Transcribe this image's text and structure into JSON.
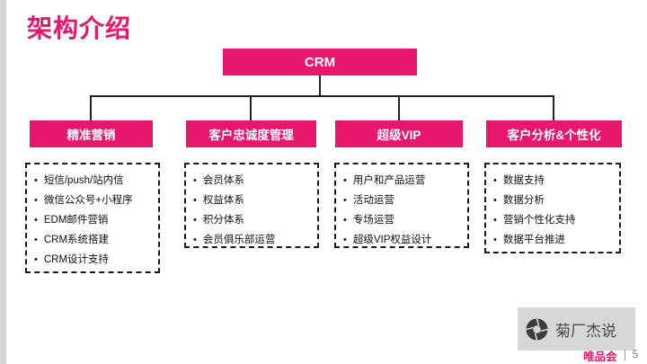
{
  "slide": {
    "title": "架构介绍",
    "page_number": "5",
    "brand": "唯品会",
    "watermark": "菊厂杰说"
  },
  "diagram": {
    "root": "CRM",
    "branches": [
      {
        "title": "精准营销",
        "items": [
          "短信/push/站内信",
          "微信公众号+小程序",
          "EDM邮件营销",
          "CRM系统搭建",
          "CRM设计支持"
        ]
      },
      {
        "title": "客户忠诚度管理",
        "items": [
          "会员体系",
          "权益体系",
          "积分体系",
          "会员俱乐部运营"
        ]
      },
      {
        "title": "超级VIP",
        "items": [
          "用户和产品运营",
          "活动运营",
          "专场运营",
          "超级VIP权益设计"
        ]
      },
      {
        "title": "客户分析&个性化",
        "items": [
          "数据支持",
          "数据分析",
          "营销个性化支持",
          "数据平台推进"
        ]
      }
    ]
  },
  "icons": {
    "watermark_icon": "camera-aperture-icon",
    "bullet": "•"
  },
  "colors": {
    "accent": "#E7176E",
    "connector": "#222222",
    "watermark_bg": "#d7d7d7"
  }
}
